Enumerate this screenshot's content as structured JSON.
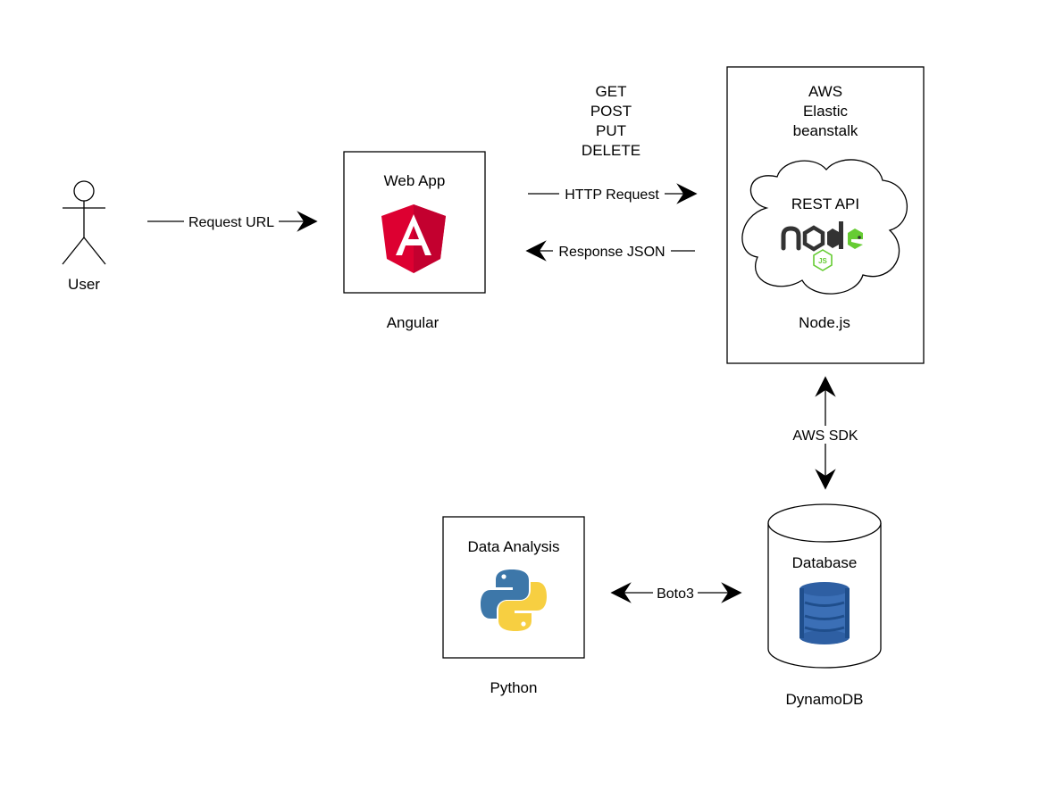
{
  "actor": {
    "label": "User"
  },
  "edges": {
    "request_url": "Request URL",
    "http_request": "HTTP Request",
    "response_json": "Response JSON",
    "aws_sdk": "AWS SDK",
    "boto3": "Boto3"
  },
  "http_methods": [
    "GET",
    "POST",
    "PUT",
    "DELETE"
  ],
  "webapp": {
    "title": "Web App",
    "caption": "Angular",
    "icon": "angular-logo-icon"
  },
  "aws": {
    "title_lines": [
      "AWS",
      "Elastic",
      "beanstalk"
    ],
    "cloud_label": "REST API",
    "caption": "Node.js",
    "icon": "nodejs-logo-icon"
  },
  "database": {
    "title": "Database",
    "caption": "DynamoDB",
    "icon": "dynamodb-icon"
  },
  "analysis": {
    "title": "Data Analysis",
    "caption": "Python",
    "icon": "python-logo-icon"
  }
}
